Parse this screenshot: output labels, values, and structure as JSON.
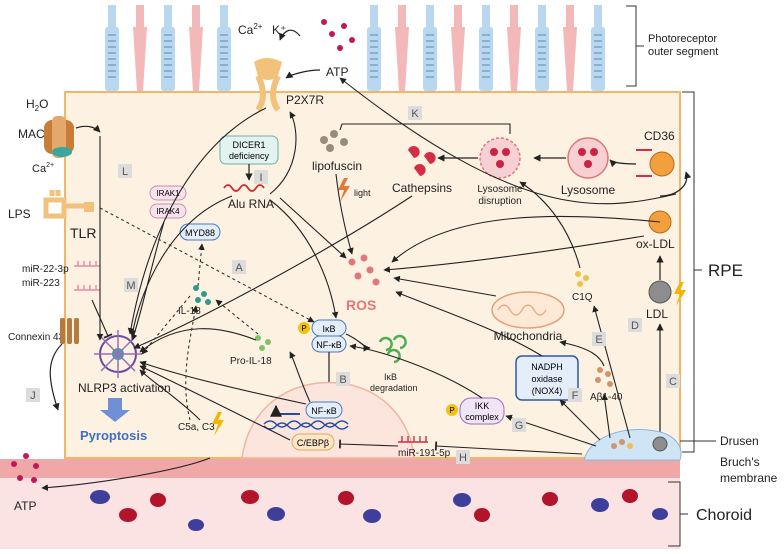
{
  "colors": {
    "rpe_fill": "#fdf1e2",
    "rpe_border": "#f2b66a",
    "bruch": "#efa7a7",
    "choroid": "#fbe3e3",
    "rod_blue": "#b9d7ee",
    "rod_pink": "#f3b8b8",
    "ros_red": "#e07878",
    "pyroptosis_blue": "#3f6fc4",
    "nlrp3_purple": "#6a4b9b"
  },
  "right_labels": {
    "photoreceptor": "Photoreceptor\nouter segment",
    "rpe": "RPE",
    "drusen": "Drusen",
    "bruch": "Bruch's\nmembrane",
    "choroid": "Choroid"
  },
  "nodes": {
    "ca_top": "Ca",
    "ca_top_sup": "2+",
    "k_top": "K⁺",
    "atp_top": "ATP",
    "p2x7r": "P2X7R",
    "h2o_main": "H",
    "h2o_sub": "2",
    "h2o_end": "O",
    "mac": "MAC",
    "ca_left": "Ca",
    "ca_left_sup": "2+",
    "lps": "LPS",
    "tlr": "TLR",
    "mir22": "miR-22-3p",
    "mir223": "miR-223",
    "connexin": "Connexin 43",
    "atp_bottom": "ATP",
    "irak1": "IRAK1",
    "irak4": "IRAK4",
    "myd88": "MYD88",
    "il18": "IL-18",
    "pro_il18": "Pro-IL-18",
    "dicer1_l1": "DICER1",
    "dicer1_l2": "deficiency",
    "alu": "Alu RNA",
    "lipofuscin": "lipofuscin",
    "light": "light",
    "cathepsins": "Cathepsins",
    "lyso_disruption_l1": "Lysosome",
    "lyso_disruption_l2": "disruption",
    "lysosome": "Lysosome",
    "cd36": "CD36",
    "ox_ldl": "ox-LDL",
    "ldl": "LDL",
    "ros": "ROS",
    "c1q": "C1Q",
    "mitochondria": "Mitochondria",
    "ikb": "IκB",
    "nfkb": "NF-κB",
    "ikb_degradation_l1": "IκB",
    "ikb_degradation_l2": "degradation",
    "nfkb_nucleus": "NF-κB",
    "cebpb": "C/EBPβ",
    "nadph_l1": "NADPH",
    "nadph_l2": "oxidase",
    "nadph_l3": "(NOX4)",
    "ikk_l1": "IKK",
    "ikk_l2": "complex",
    "abeta": "Aβ1-40",
    "nlrp3": "NLRP3 activation",
    "pyroptosis": "Pyroptosis",
    "c5a": "C5a, C3",
    "mir191": "miR-191-5p",
    "p_label": "P"
  },
  "pathway_letters": [
    "A",
    "B",
    "C",
    "D",
    "E",
    "F",
    "G",
    "H",
    "I",
    "J",
    "K",
    "L",
    "M"
  ]
}
